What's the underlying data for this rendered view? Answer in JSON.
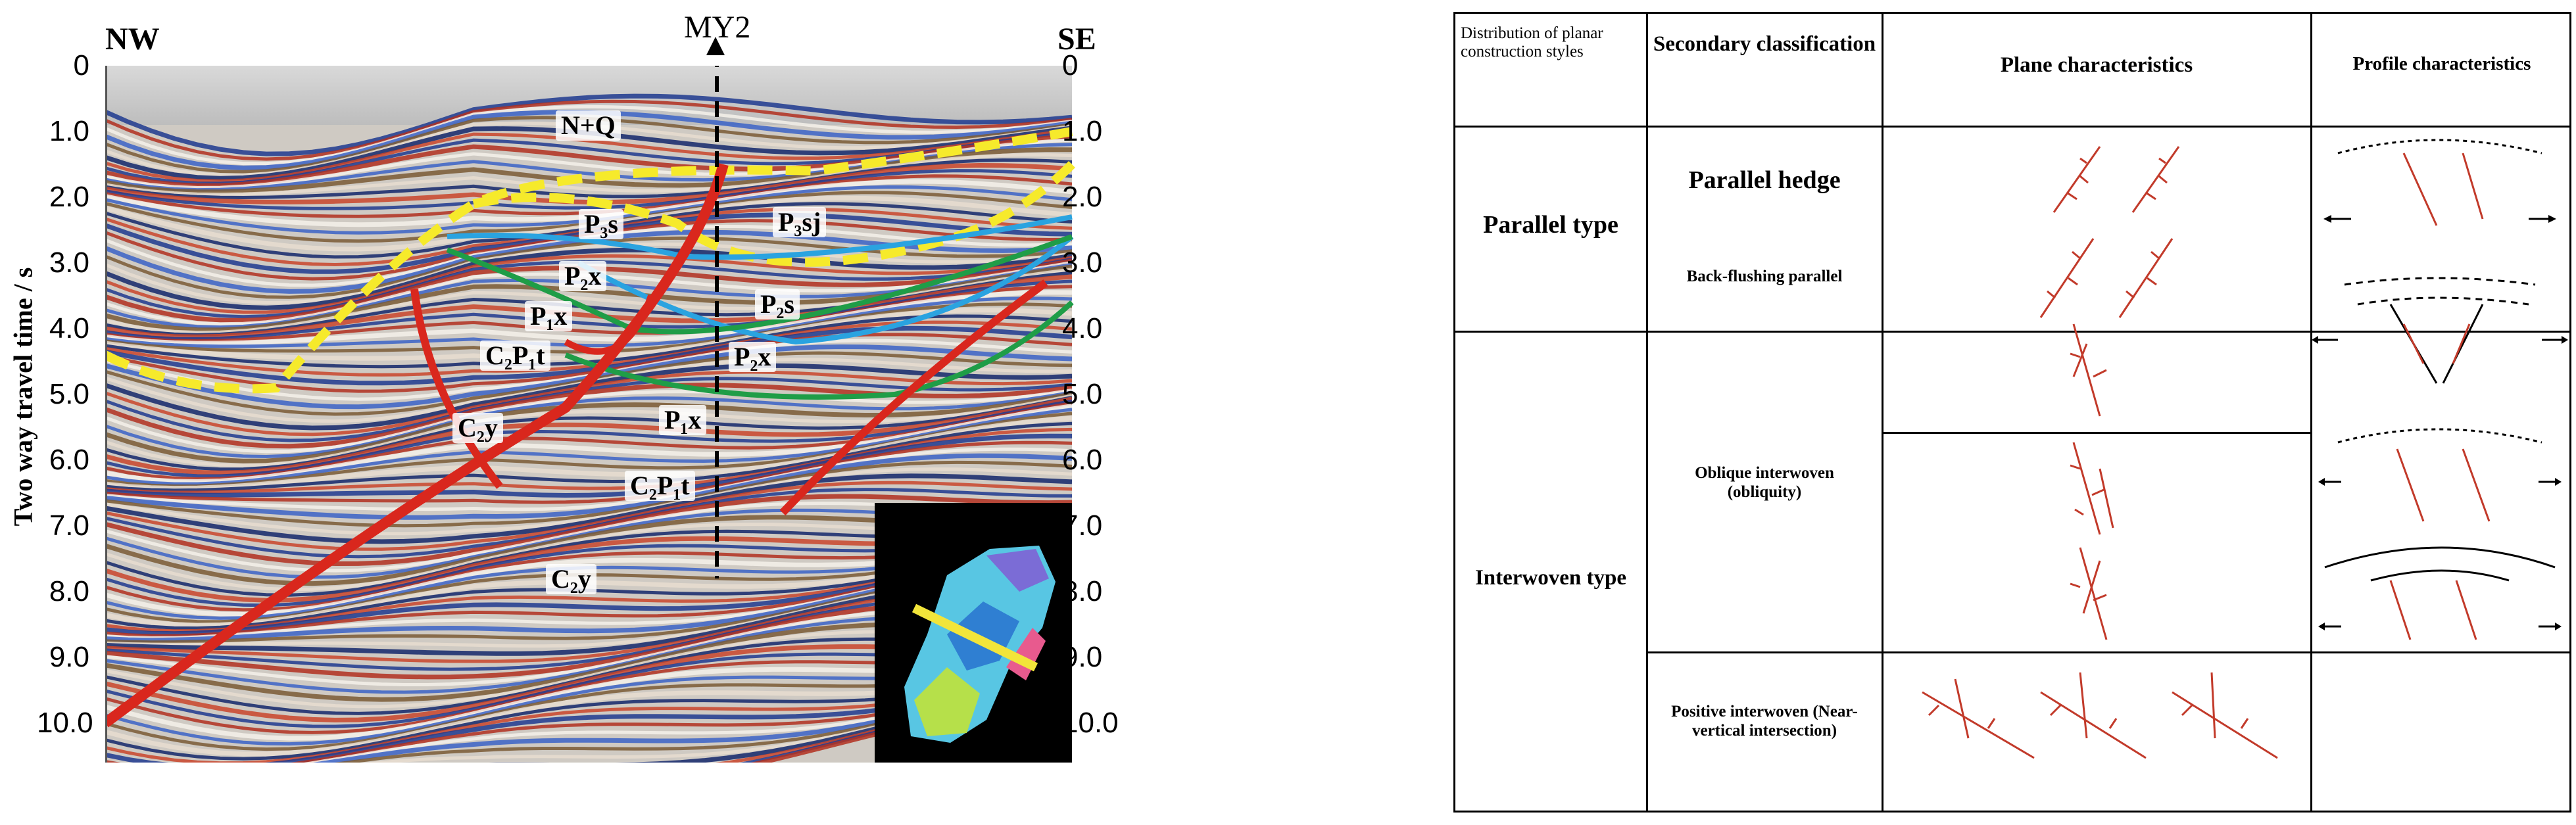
{
  "seismic": {
    "left_label": "NW",
    "right_label": "SE",
    "well_label": "MY2",
    "y_axis_title": "Two way travel time / s",
    "left_ticks": [
      "0",
      "1.0",
      "2.0",
      "3.0",
      "4.0",
      "5.0",
      "6.0",
      "7.0",
      "8.0",
      "9.0",
      "10.0"
    ],
    "right_ticks": [
      "0",
      "1.0",
      "2.0",
      "3.0",
      "4.0",
      "5.0",
      "6.0",
      "7.0",
      "8.0",
      "9.0",
      "10.0"
    ],
    "layers": [
      "N+Q",
      "P₃s",
      "P₃sj",
      "P₂x",
      "P₂s",
      "P₁x",
      "P₂x",
      "C₂P₁t",
      "C₂y",
      "P₁x",
      "C₂P₁t",
      "C₂y"
    ]
  },
  "table": {
    "headers": [
      "Distribution of planar construction styles",
      "Secondary classification",
      "Plane characteristics",
      "Profile characteristics"
    ],
    "groups": [
      {
        "name": "Parallel type",
        "sub": [
          "Parallel hedge",
          "Back-flushing parallel"
        ]
      },
      {
        "name": "Interwoven type",
        "sub": [
          "Oblique interwoven (obliquity)",
          "Positive interwoven (Near-vertical intersection)"
        ]
      }
    ]
  }
}
